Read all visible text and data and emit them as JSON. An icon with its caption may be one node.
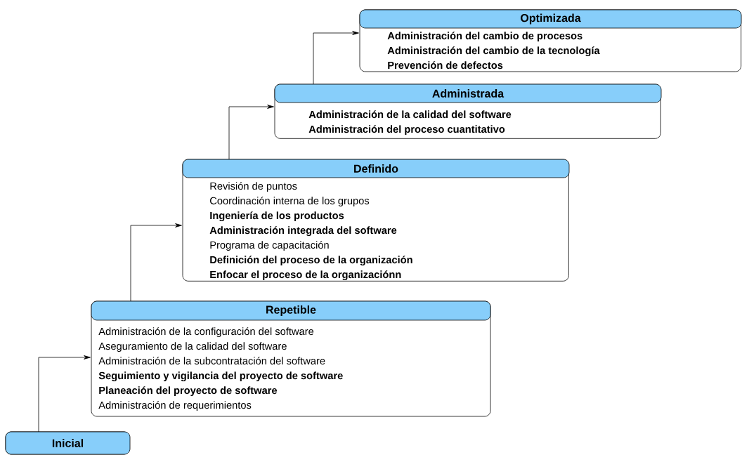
{
  "diagram": {
    "nodes": [
      {
        "text": [
          "Optimizada",
          "**Administración del cambio de procesos**",
          "**Administración del cambio de la tecnología**",
          "**Prevención de defectos**"
        ]
      },
      {
        "text": [
          "Administrada",
          "**Administración de la calidad del software**",
          "**Administración del proceso cuantitativo**"
        ]
      },
      {
        "text": [
          "Definido",
          "Revisión de puntos",
          "Coordinación interna de los grupos",
          "**Ingeniería de los productos**",
          "**Administración integrada del software**",
          "Programa de capacitación",
          "**Definición del proceso de la organización**",
          "**Enfocar el proceso de la organizaciónn**"
        ]
      },
      {
        "text": [
          "Repetible",
          "Administración de la configuración del software",
          "Aseguramiento de la calidad del software",
          "Administración de la subcontratación del software",
          "**Seguimiento y vigilancia del proyecto de software**",
          "**Planeación del proyecto de software**",
          "Administración de requerimientos"
        ]
      },
      {
        "text": [
          "Inicial"
        ]
      }
    ],
    "edges": [
      {
        "from": 4,
        "to": 3,
        "arrow": "to"
      },
      {
        "from": 3,
        "to": 2,
        "arrow": "to"
      },
      {
        "from": 2,
        "to": 1,
        "arrow": "to"
      },
      {
        "from": 1,
        "to": 0,
        "arrow": "to"
      }
    ]
  }
}
